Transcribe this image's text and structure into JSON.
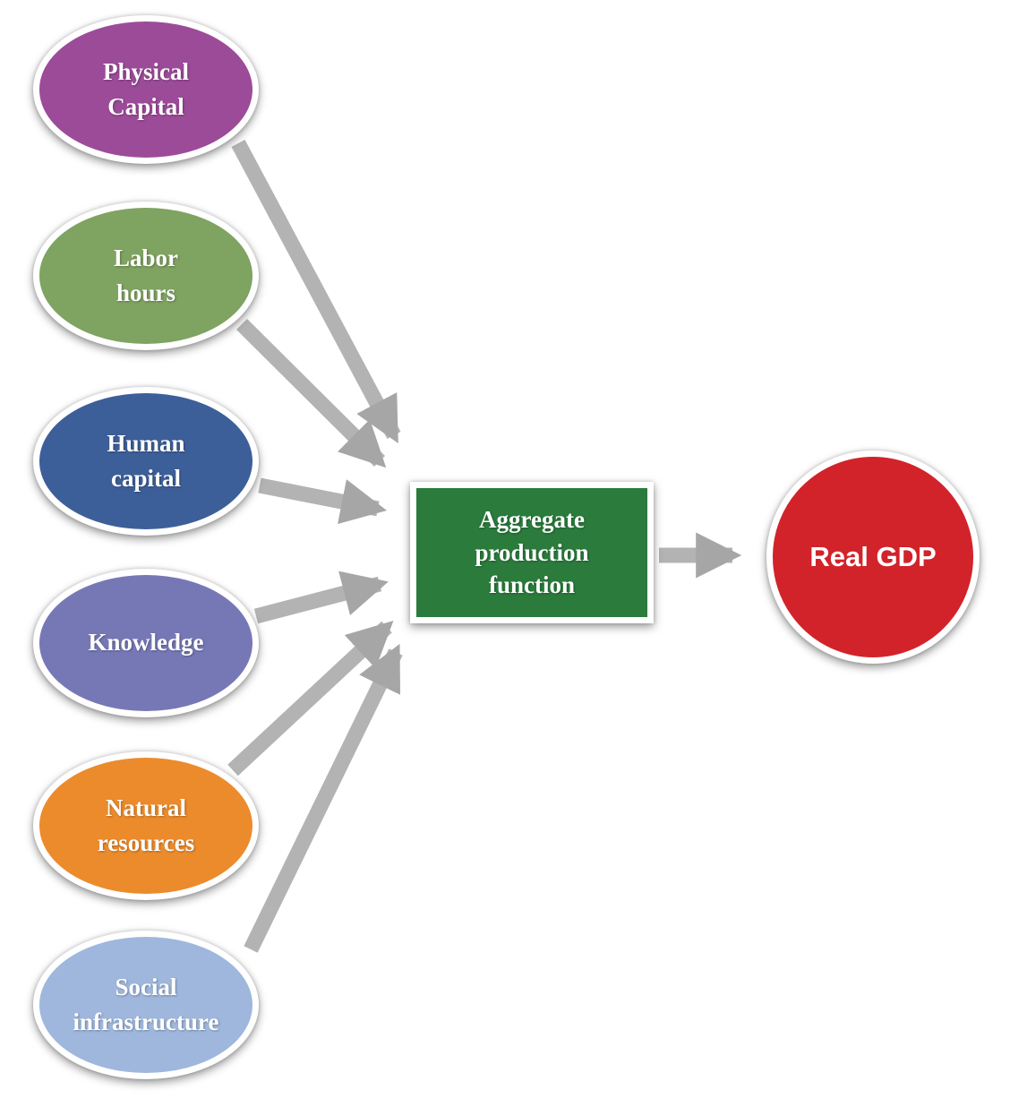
{
  "diagram": {
    "inputs": [
      {
        "name": "physical-capital",
        "lines": [
          "Physical",
          "Capital"
        ],
        "color": "#9c4b99"
      },
      {
        "name": "labor-hours",
        "lines": [
          "Labor",
          "hours"
        ],
        "color": "#7fa361"
      },
      {
        "name": "human-capital",
        "lines": [
          "Human",
          "capital"
        ],
        "color": "#3d5f99"
      },
      {
        "name": "knowledge",
        "lines": [
          "Knowledge",
          ""
        ],
        "color": "#7678b6"
      },
      {
        "name": "natural-resources",
        "lines": [
          "Natural",
          "resources"
        ],
        "color": "#ec8b2c"
      },
      {
        "name": "social-infrastructure",
        "lines": [
          "Social",
          "infrastructure"
        ],
        "color": "#9fb7dc"
      }
    ],
    "process": {
      "name": "aggregate-production-function",
      "lines": [
        "Aggregate",
        "production",
        "function"
      ],
      "color": "#2a7b3c"
    },
    "output": {
      "name": "real-gdp",
      "label": "Real GDP",
      "color": "#d2232a"
    },
    "arrow_color": "#b3b3b3",
    "arrowhead_color": "#a6a6a6"
  }
}
